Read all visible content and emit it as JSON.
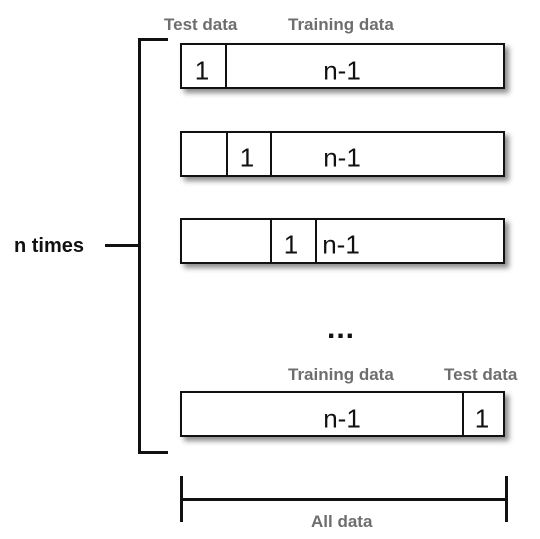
{
  "labels": {
    "test_data": "Test data",
    "training_data": "Training data",
    "n_times": "n times",
    "ellipsis": "...",
    "all_data": "All data"
  },
  "rows": [
    {
      "test": "1",
      "train": "n-1"
    },
    {
      "test": "1",
      "train": "n-1"
    },
    {
      "test": "1",
      "train": "n-1"
    },
    {
      "test": "1",
      "train": "n-1"
    }
  ]
}
